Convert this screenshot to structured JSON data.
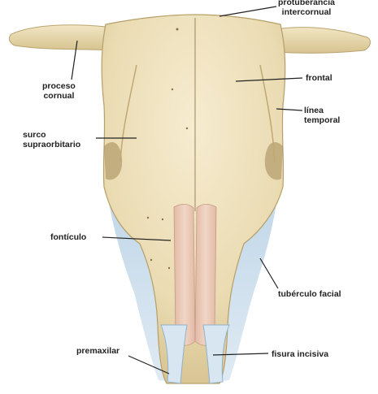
{
  "labels": {
    "protuberancia": {
      "line1": "protuberancia",
      "line2": "intercornual"
    },
    "proceso_cornual": {
      "line1": "proceso",
      "line2": "cornual"
    },
    "frontal": "frontal",
    "linea_temporal": {
      "line1": "línea",
      "line2": "temporal"
    },
    "surco_supraorbitario": {
      "line1": "surco",
      "line2": "supraorbitario"
    },
    "fonticulo": "fontículo",
    "tuberculo_facial": "tubérculo facial",
    "premaxilar": "premaxilar",
    "fisura_incisiva": "fisura incisiva"
  },
  "colors": {
    "bone": "#efe2bf",
    "horn": "#e6d9b0",
    "nasal": "#e8c9b4",
    "maxilla_blue": "#c9dcea",
    "text": "#222222",
    "leader": "#222222"
  }
}
